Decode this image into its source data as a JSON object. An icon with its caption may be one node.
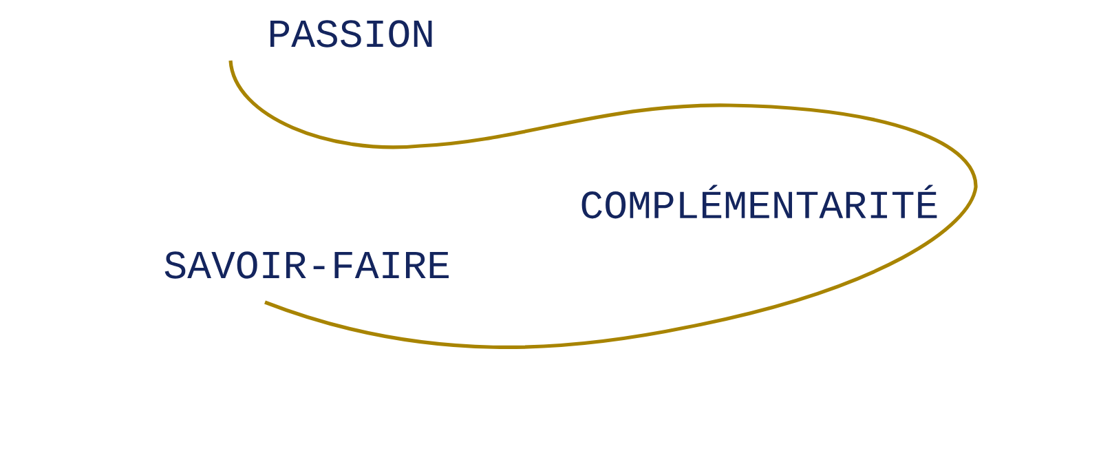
{
  "diagram": {
    "labels": [
      "PASSION",
      "COMPLÉMENTARITÉ",
      "SAVOIR-FAIRE"
    ]
  }
}
